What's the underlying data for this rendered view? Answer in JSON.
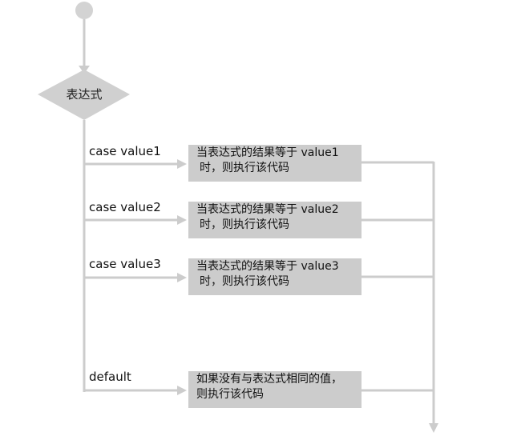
{
  "diagram": {
    "decision_label": "表达式",
    "cases": [
      {
        "label": "case value1",
        "line1": "当表达式的结果等于 value1",
        "line2": "时，则执行该代码"
      },
      {
        "label": "case value2",
        "line1": "当表达式的结果等于 value2",
        "line2": "时，则执行该代码"
      },
      {
        "label": "case value3",
        "line1": "当表达式的结果等于 value3",
        "line2": "时，则执行该代码"
      }
    ],
    "default": {
      "label": "default",
      "line1": "如果没有与表达式相同的值，",
      "line2": "则执行该代码"
    }
  },
  "colors": {
    "line": "#cccccc",
    "shape_fill": "#d0d0d0",
    "box_fill": "#cccccc"
  }
}
